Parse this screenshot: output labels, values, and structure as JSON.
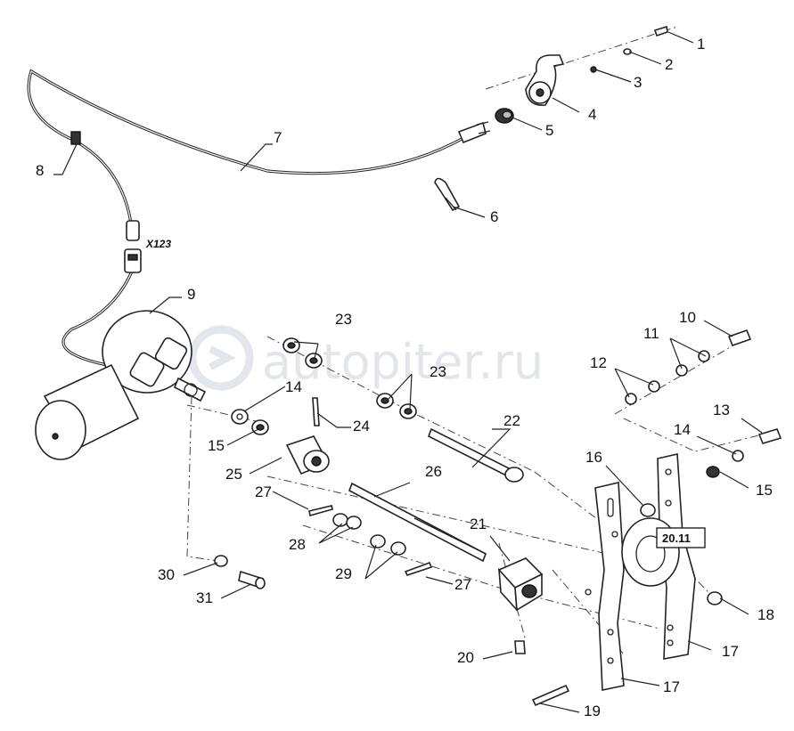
{
  "watermark": "autopiter.ru",
  "connector_label": "X123",
  "reference_box": "20.11",
  "callouts": [
    {
      "id": "c1",
      "text": "1"
    },
    {
      "id": "c2",
      "text": "2"
    },
    {
      "id": "c3",
      "text": "3"
    },
    {
      "id": "c4",
      "text": "4"
    },
    {
      "id": "c5",
      "text": "5"
    },
    {
      "id": "c6",
      "text": "6"
    },
    {
      "id": "c7",
      "text": "7"
    },
    {
      "id": "c8",
      "text": "8"
    },
    {
      "id": "c9",
      "text": "9"
    },
    {
      "id": "c10",
      "text": "10"
    },
    {
      "id": "c11",
      "text": "11"
    },
    {
      "id": "c12",
      "text": "12"
    },
    {
      "id": "c13",
      "text": "13"
    },
    {
      "id": "c14a",
      "text": "14"
    },
    {
      "id": "c14b",
      "text": "14"
    },
    {
      "id": "c15a",
      "text": "15"
    },
    {
      "id": "c15b",
      "text": "15"
    },
    {
      "id": "c16",
      "text": "16"
    },
    {
      "id": "c17a",
      "text": "17"
    },
    {
      "id": "c17b",
      "text": "17"
    },
    {
      "id": "c18",
      "text": "18"
    },
    {
      "id": "c19",
      "text": "19"
    },
    {
      "id": "c20",
      "text": "20"
    },
    {
      "id": "c21",
      "text": "21"
    },
    {
      "id": "c22",
      "text": "22"
    },
    {
      "id": "c23a",
      "text": "23"
    },
    {
      "id": "c23b",
      "text": "23"
    },
    {
      "id": "c24",
      "text": "24"
    },
    {
      "id": "c25",
      "text": "25"
    },
    {
      "id": "c26",
      "text": "26"
    },
    {
      "id": "c27a",
      "text": "27"
    },
    {
      "id": "c27b",
      "text": "27"
    },
    {
      "id": "c28",
      "text": "28"
    },
    {
      "id": "c29",
      "text": "29"
    },
    {
      "id": "c30",
      "text": "30"
    },
    {
      "id": "c31",
      "text": "31"
    }
  ]
}
